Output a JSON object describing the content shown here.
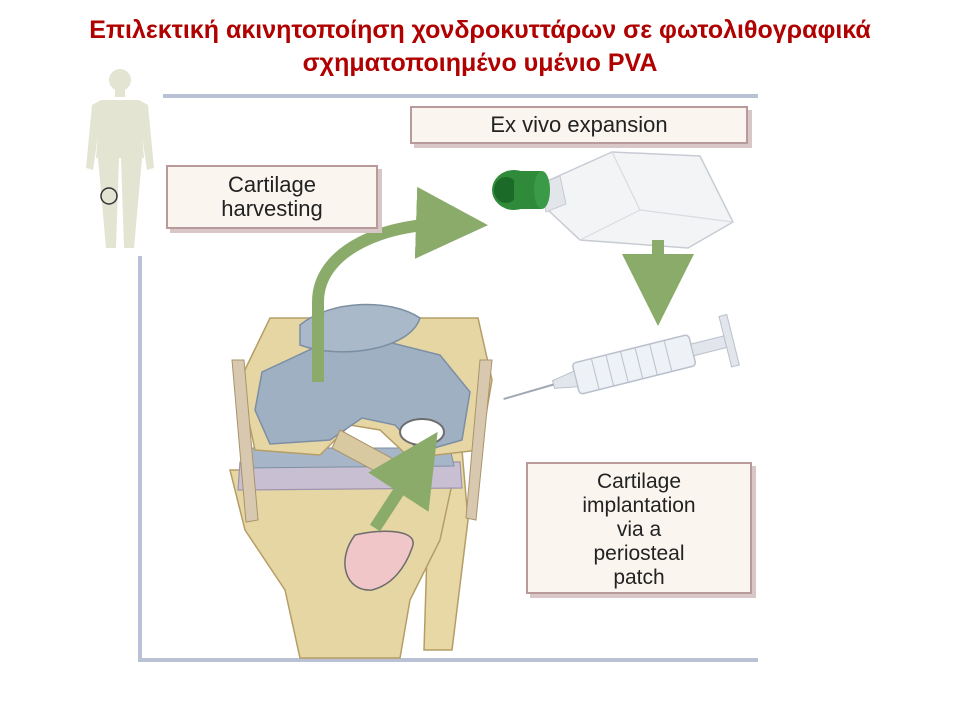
{
  "title": {
    "line1": "Επιλεκτική ακινητοποίηση χονδροκυττάρων σε φωτολιθογραφικά",
    "line2": "σχηματοποιημένο υμένιο PVA"
  },
  "labels": {
    "ex_vivo": "Ex vivo expansion",
    "harvest_line1": "Cartilage",
    "harvest_line2": "harvesting",
    "implant_line1": "Cartilage",
    "implant_line2": "implantation",
    "implant_line3": "via a",
    "implant_line4": "periosteal",
    "implant_line5": "patch"
  },
  "colors": {
    "title": "#b00000",
    "arrow": "#8aab6a",
    "bone": "#e6d6a4",
    "cartilage": "#9fb0c2",
    "frame": "#b8c2d4",
    "flask_cap": "#2f8a3a"
  },
  "icons": [
    "human-body-icon",
    "knee-joint-icon",
    "culture-flask-icon",
    "syringe-icon",
    "periosteal-patch-icon"
  ]
}
